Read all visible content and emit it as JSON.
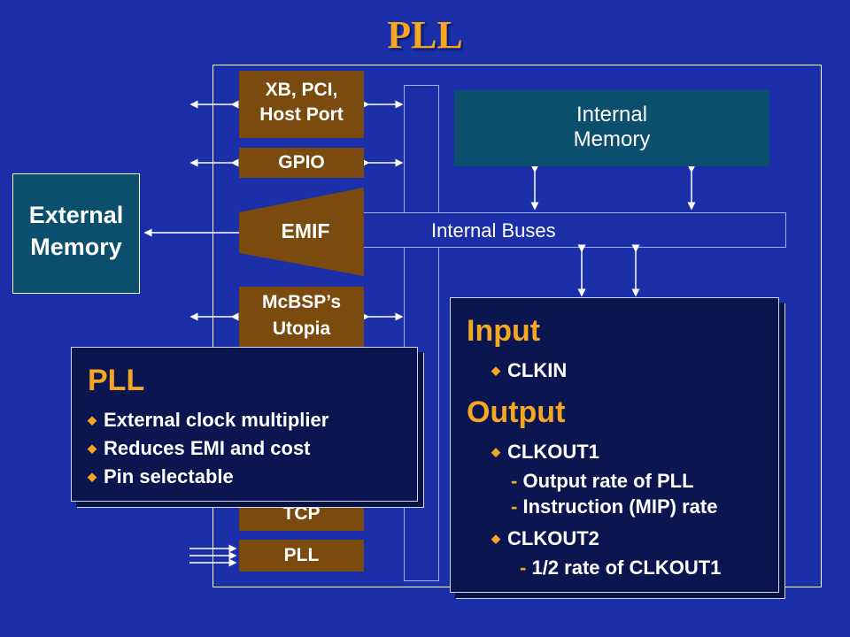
{
  "title": "PLL",
  "blocks": {
    "xb_line1": "XB, PCI,",
    "xb_line2": "Host Port",
    "gpio": "GPIO",
    "emif": "EMIF",
    "mcbsp_line1": "McBSP’s",
    "mcbsp_line2": "Utopia",
    "tcp": "TCP",
    "pll": "PLL",
    "internal_memory_line1": "Internal",
    "internal_memory_line2": "Memory",
    "internal_buses": "Internal Buses",
    "external_memory_line1": "External",
    "external_memory_line2": "Memory"
  },
  "pll_popup": {
    "heading": "PLL",
    "bullets": [
      "External clock multiplier",
      "Reduces EMI and cost",
      "Pin selectable"
    ]
  },
  "io_popup": {
    "input_heading": "Input",
    "input_items": [
      "CLKIN"
    ],
    "output_heading": "Output",
    "clkout1": "CLKOUT1",
    "clkout1_notes": [
      "Output rate of PLL",
      "Instruction (MIP) rate"
    ],
    "clkout2": "CLKOUT2",
    "clkout2_notes": [
      "1/2 rate of CLKOUT1"
    ]
  },
  "colors": {
    "background": "#1a2fa8",
    "title": "#f5a623",
    "peripheral": "#7a4a0e",
    "memory": "#0b4f6c",
    "popup": "#0b1550"
  }
}
